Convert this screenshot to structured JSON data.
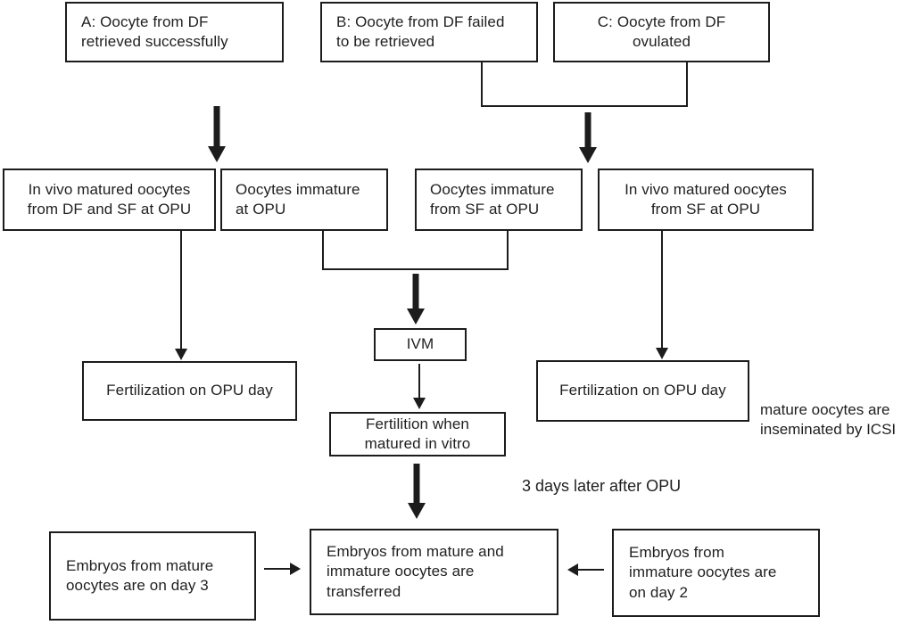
{
  "diagram": {
    "boxes": {
      "a": "A: Oocyte from DF\nretrieved successfully",
      "b": "B: Oocyte from DF failed\nto be retrieved",
      "c": "C: Oocyte from DF\novulated",
      "invivo_df_sf": "In vivo matured oocytes\nfrom DF and SF at OPU",
      "immature_opu": "Oocytes immature\nat OPU",
      "immature_sf": "Oocytes immature\nfrom SF at OPU",
      "invivo_sf": "In vivo matured oocytes\nfrom SF at OPU",
      "ivm": "IVM",
      "fert_left": "Fertilization on OPU day",
      "fert_mid": "Fertilition when\nmatured in vitro",
      "fert_right": "Fertilization on OPU day",
      "embryos_mature": "Embryos from mature\noocytes are on day 3",
      "embryos_transferred": "Embryos from mature and\nimmature oocytes are\ntransferred",
      "embryos_immature": "Embryos from\nimmature oocytes are\non day 2"
    },
    "notes": {
      "icsi": "mature oocytes are\ninseminated by ICSI",
      "timing": "3 days later after OPU"
    },
    "colors": {
      "background": "#ffffff",
      "line": "#1c1c1c",
      "text": "#1f1f1f"
    }
  }
}
